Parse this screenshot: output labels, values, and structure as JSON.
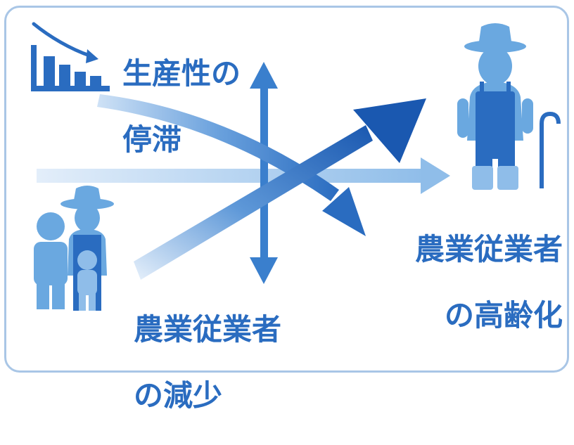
{
  "labels": {
    "productivity_line1": "生産性の",
    "productivity_line2": "停滞",
    "aging_line1": "農業従業者",
    "aging_line2": "の高齢化",
    "decline_line1": "農業従業者",
    "decline_line2": "の減少"
  },
  "icons": [
    "declining-bar-chart-icon",
    "elderly-farmer-icon",
    "farmer-family-icon"
  ],
  "colors": {
    "primary_blue": "#2a6cc0",
    "dark_blue": "#1f5fb5",
    "light_blue": "#6aa8e0",
    "frame": "#a9c6e6"
  }
}
